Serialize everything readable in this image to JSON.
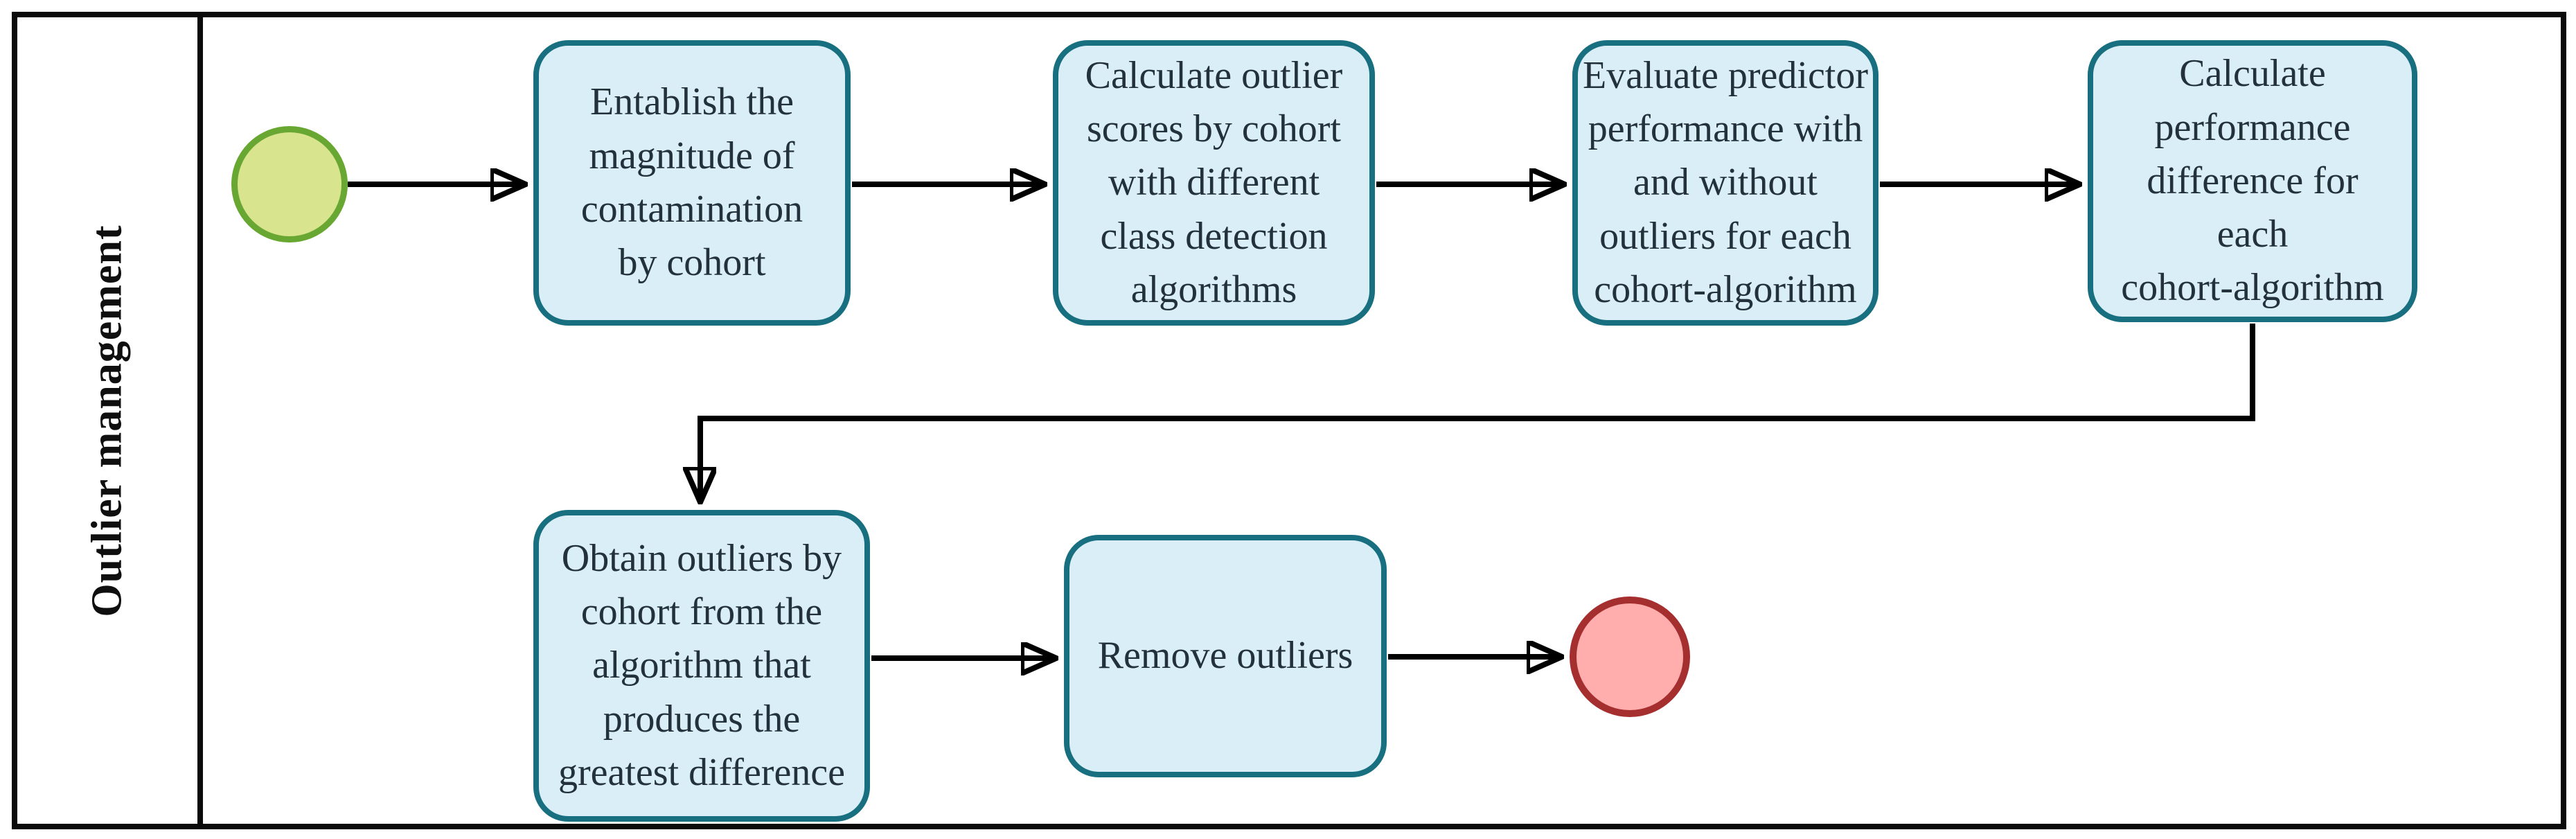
{
  "diagram": {
    "lane_label": "Outlier management",
    "tasks": [
      {
        "id": "establish-contamination",
        "label": "Entablish the\nmagnitude of\ncontamination\nby cohort"
      },
      {
        "id": "calculate-outlier-scores",
        "label": "Calculate outlier\nscores by cohort\nwith different\nclass detection\nalgorithms"
      },
      {
        "id": "evaluate-predictor-performance",
        "label": "Evaluate predictor\nperformance with\nand without\noutliers for each\ncohort-algorithm"
      },
      {
        "id": "calculate-performance-difference",
        "label": "Calculate\nperformance\ndifference for\neach\ncohort-algorithm"
      },
      {
        "id": "obtain-outliers",
        "label": "Obtain outliers by\ncohort from the\nalgorithm that\nproduces the\ngreatest difference"
      },
      {
        "id": "remove-outliers",
        "label": "Remove outliers"
      }
    ],
    "events": {
      "start": {
        "name": "start-event",
        "fill": "#d9e48e",
        "border": "#68a832"
      },
      "end": {
        "name": "end-event",
        "fill": "#ffadad",
        "border": "#a52e2e"
      }
    },
    "colors": {
      "task_fill": "#daeef7",
      "task_border": "#176f80",
      "connector": "#000000",
      "pool_border": "#0a0a0a",
      "text": "#22313a"
    }
  }
}
